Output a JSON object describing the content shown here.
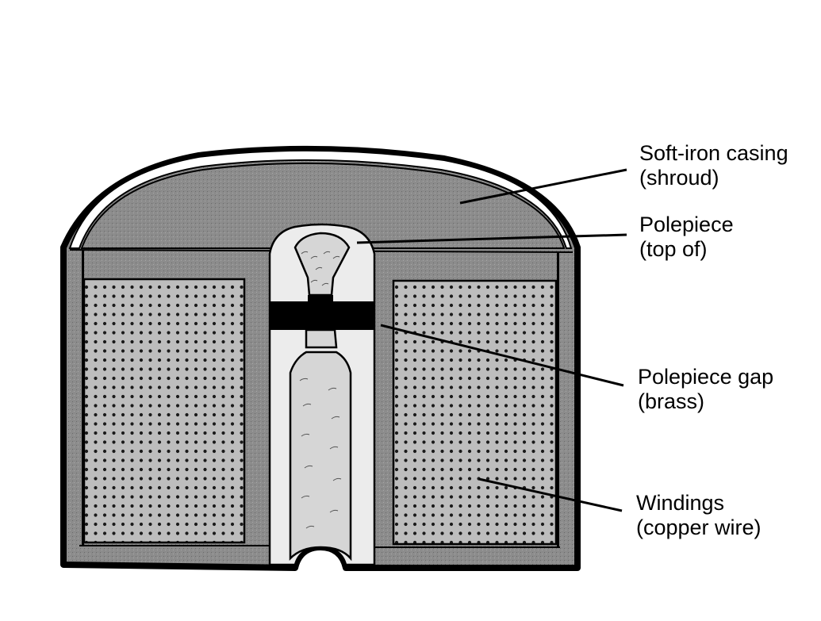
{
  "colors": {
    "background": "#ffffff",
    "outline": "#000000",
    "casing_fill": "#8c8c8c",
    "windings_fill": "#bdbdbd",
    "polepiece_fill": "#e6e6e6",
    "gap_fill": "#000000"
  },
  "labels": {
    "casing": {
      "line1": "Soft-iron casing",
      "line2": "(shroud)"
    },
    "polepiece": {
      "line1": "Polepiece",
      "line2": "(top of)"
    },
    "gap": {
      "line1": "Polepiece gap",
      "line2": "(brass)"
    },
    "windings": {
      "line1": "Windings",
      "line2": "(copper wire)"
    }
  }
}
